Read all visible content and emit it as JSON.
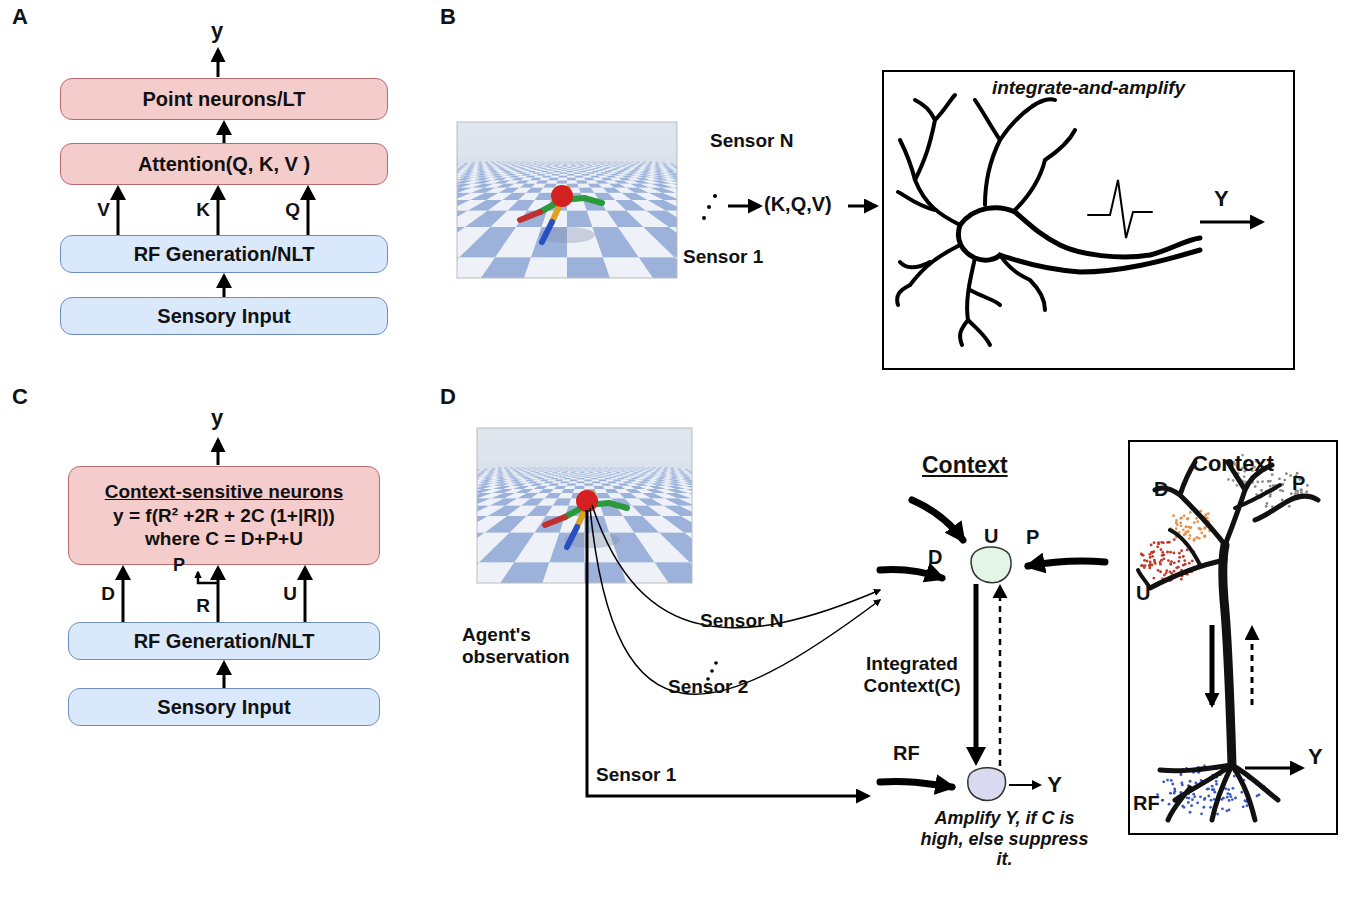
{
  "diagram": {
    "nodes": [
      {
        "text": [
          "Point neurons/LT"
        ]
      },
      {
        "text": [
          "Attention(Q, K, V )"
        ]
      },
      {
        "text": [
          "RF Generation/NLT"
        ]
      },
      {
        "text": [
          "Sensory Input"
        ]
      },
      {
        "text": [
          "integrate-and-amplify"
        ]
      },
      {
        "text": [
          "Context-sensitive neurons",
          "y = f(R² +2R + 2C (1+|R|))",
          "where C = D+P+U"
        ]
      },
      {
        "text": [
          "RF Generation/NLT"
        ]
      },
      {
        "text": [
          "Sensory Input"
        ]
      },
      {
        "text": [
          "Context"
        ]
      },
      {
        "text": [
          "U"
        ]
      },
      {
        "text": [
          "Y"
        ]
      }
    ],
    "edges": [
      {
        "from": 3,
        "to": 2,
        "arrow": "to"
      },
      {
        "from": 2,
        "to": 1,
        "label": "V",
        "arrow": "to"
      },
      {
        "from": 2,
        "to": 1,
        "label": "K",
        "arrow": "to"
      },
      {
        "from": 2,
        "to": 1,
        "label": "Q",
        "arrow": "to"
      },
      {
        "from": 1,
        "to": 0,
        "arrow": "to"
      },
      {
        "from": 7,
        "to": 6,
        "arrow": "to"
      },
      {
        "from": 6,
        "to": 5,
        "label": "D",
        "arrow": "to"
      },
      {
        "from": 6,
        "to": 5,
        "label": "R",
        "arrow": "to"
      },
      {
        "from": 6,
        "to": 5,
        "label": "U",
        "arrow": "to"
      },
      {
        "from": 9,
        "to": 10,
        "label": "Integrated Context(C)",
        "arrow": "to"
      },
      {
        "from": 10,
        "to": 9,
        "arrow": "to"
      }
    ],
    "labels": [
      "A",
      "y",
      "B",
      "Sensor N",
      "Sensor 1",
      "(K,Q,V)",
      "Y",
      "C",
      "y",
      "P",
      "D",
      "Context",
      "D",
      "P",
      "Agent's observation",
      "Sensor N",
      "Sensor 2",
      "Sensor 1",
      "RF",
      "Amplify Y, if C is high, else suppress it.",
      "D",
      "P",
      "U",
      "RF",
      "Y"
    ]
  }
}
